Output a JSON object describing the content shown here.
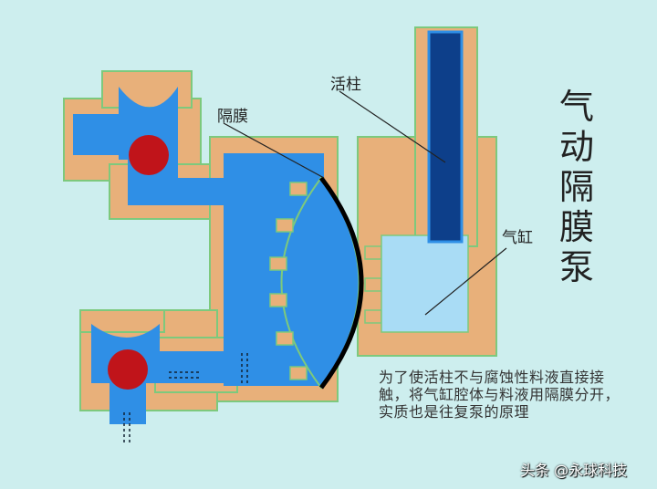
{
  "title": [
    "气",
    "动",
    "隔",
    "膜",
    "泵"
  ],
  "labels": {
    "piston": "活柱",
    "diaphragm": "隔膜",
    "cylinder": "气缸"
  },
  "description": "为了使活柱不与腐蚀性料液直接接触，将气缸腔体与料液用隔膜分开，实质也是往复泵的原理",
  "watermark": "头条 @永球科技",
  "colors": {
    "background": "#cdeeee",
    "body": "#e8b07a",
    "fluid": "#2f8fe6",
    "air": "#a9dcf5",
    "ball": "#c0141a",
    "rod": "#0d3f8a"
  }
}
